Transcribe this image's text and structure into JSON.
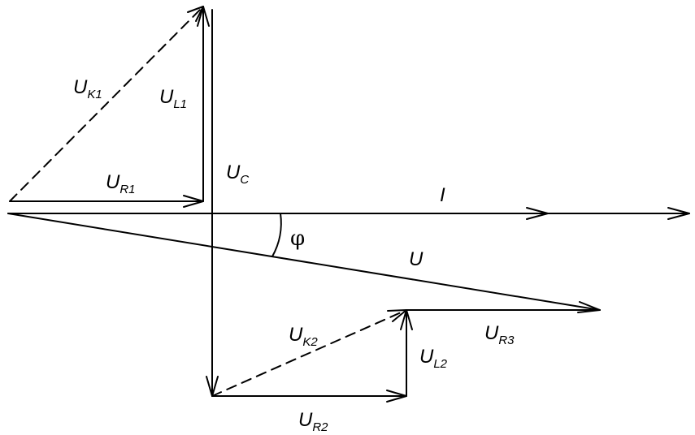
{
  "labels": {
    "uk1": {
      "main": "U",
      "sub": "K1"
    },
    "ul1": {
      "main": "U",
      "sub": "L1"
    },
    "ur1": {
      "main": "U",
      "sub": "R1"
    },
    "uc": {
      "main": "U",
      "sub": "C"
    },
    "i": {
      "main": "I"
    },
    "phi": {
      "main": "φ"
    },
    "u": {
      "main": "U"
    },
    "uk2": {
      "main": "U",
      "sub": "K2"
    },
    "ul2": {
      "main": "U",
      "sub": "L2"
    },
    "ur2": {
      "main": "U",
      "sub": "R2"
    },
    "ur3": {
      "main": "U",
      "sub": "R3"
    }
  }
}
